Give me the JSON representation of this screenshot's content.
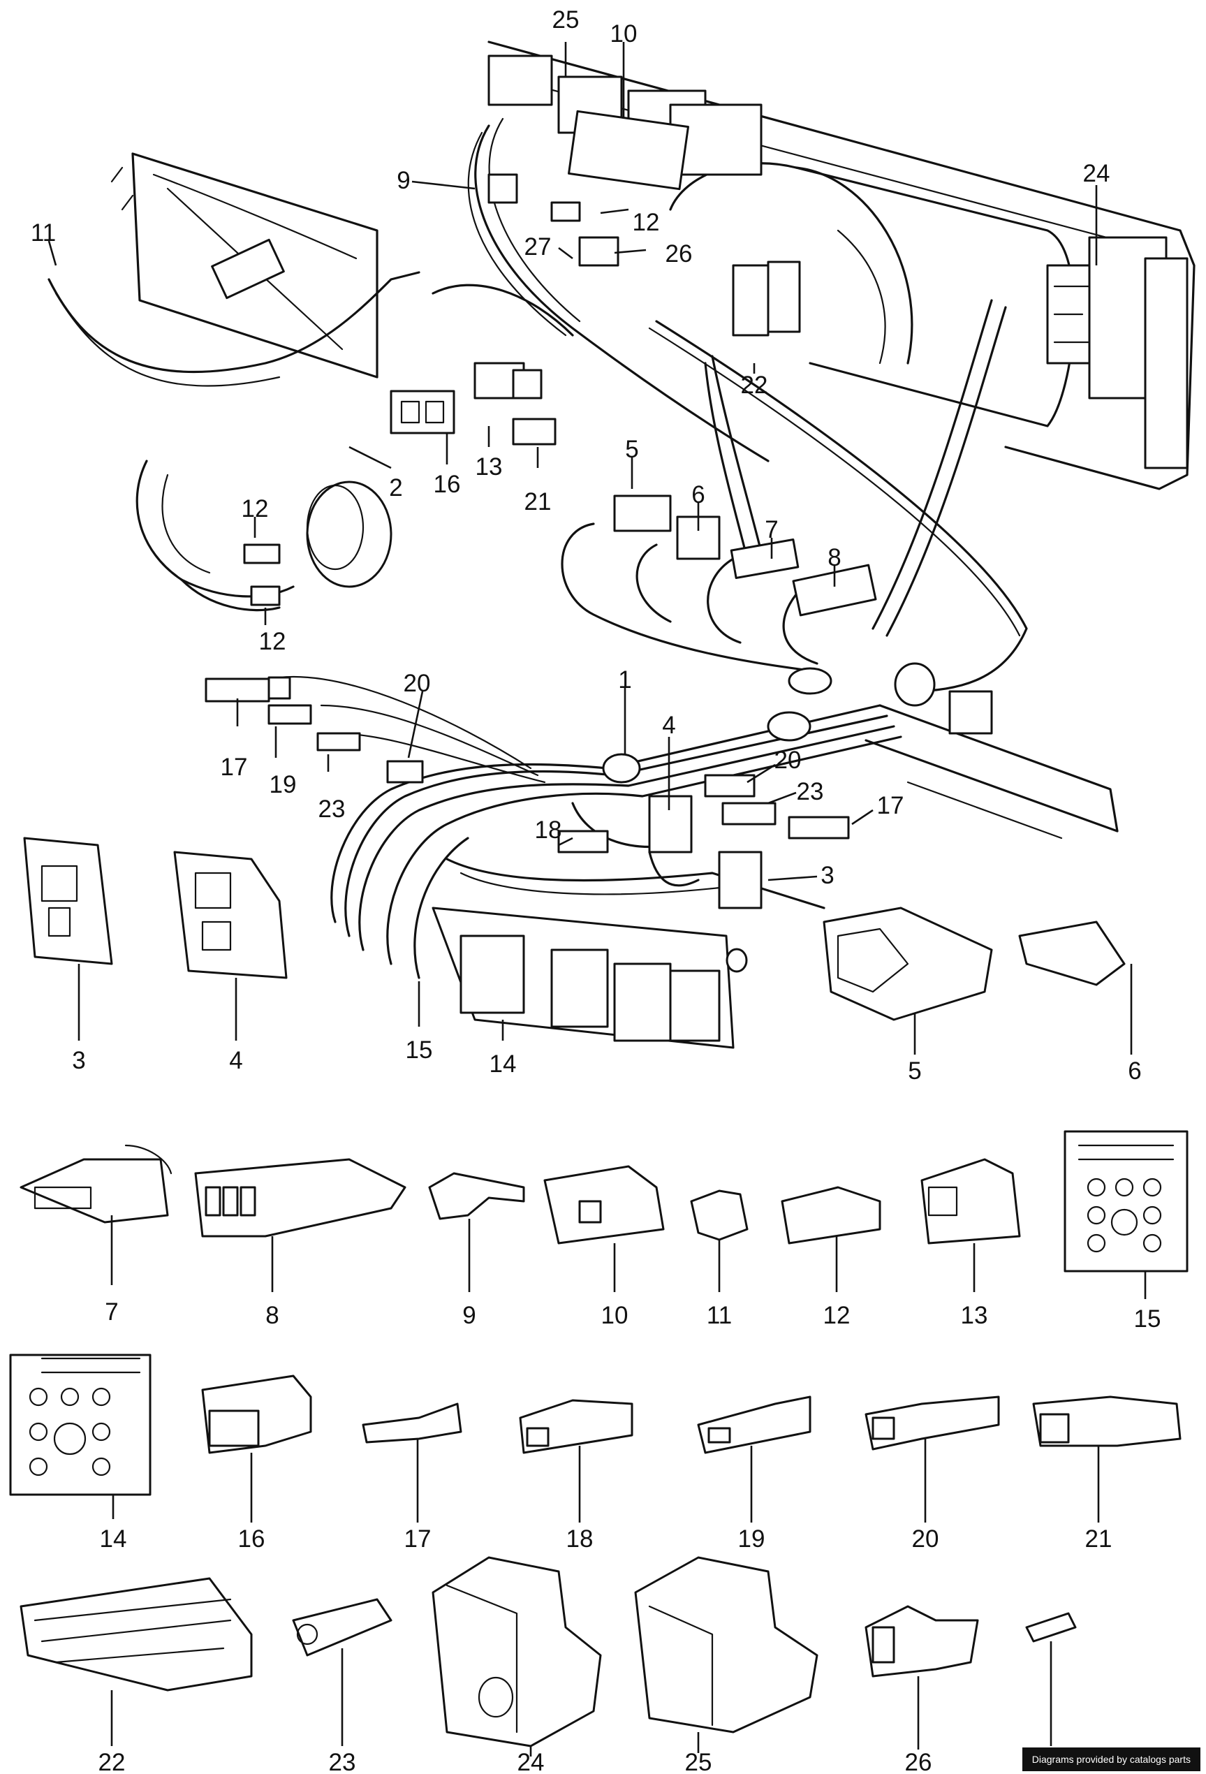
{
  "credit": "Diagrams provided by catalogs parts",
  "labels": {
    "n1": "1",
    "n2": "2",
    "n3": "3",
    "n4": "4",
    "n5": "5",
    "n6": "6",
    "n7": "7",
    "n8": "8",
    "n9": "9",
    "n10": "10",
    "n11": "11",
    "n12": "12",
    "n13": "13",
    "n14": "14",
    "n15": "15",
    "n16": "16",
    "n17": "17",
    "n18": "18",
    "n19": "19",
    "n20": "20",
    "n21": "21",
    "n22": "22",
    "n23": "23",
    "n24": "24",
    "n25": "25",
    "n26": "26",
    "n27": "27"
  }
}
